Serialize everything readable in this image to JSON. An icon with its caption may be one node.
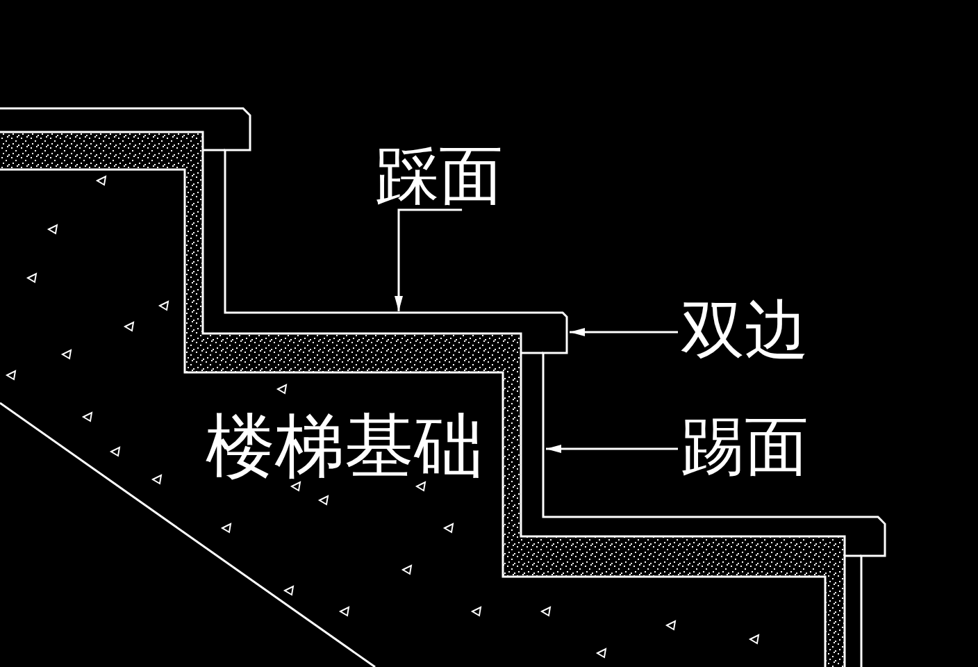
{
  "diagram": {
    "nodes": [
      {
        "text": [
          "踩面"
        ]
      },
      {
        "text": [
          "双边"
        ]
      },
      {
        "text": [
          "踢面"
        ]
      }
    ],
    "edges": [
      {
        "from": 0,
        "to": null,
        "arrow": "to"
      },
      {
        "from": 1,
        "to": null,
        "arrow": "to"
      },
      {
        "from": 2,
        "to": null,
        "arrow": "to"
      }
    ],
    "labels": [
      "楼梯基础"
    ]
  }
}
